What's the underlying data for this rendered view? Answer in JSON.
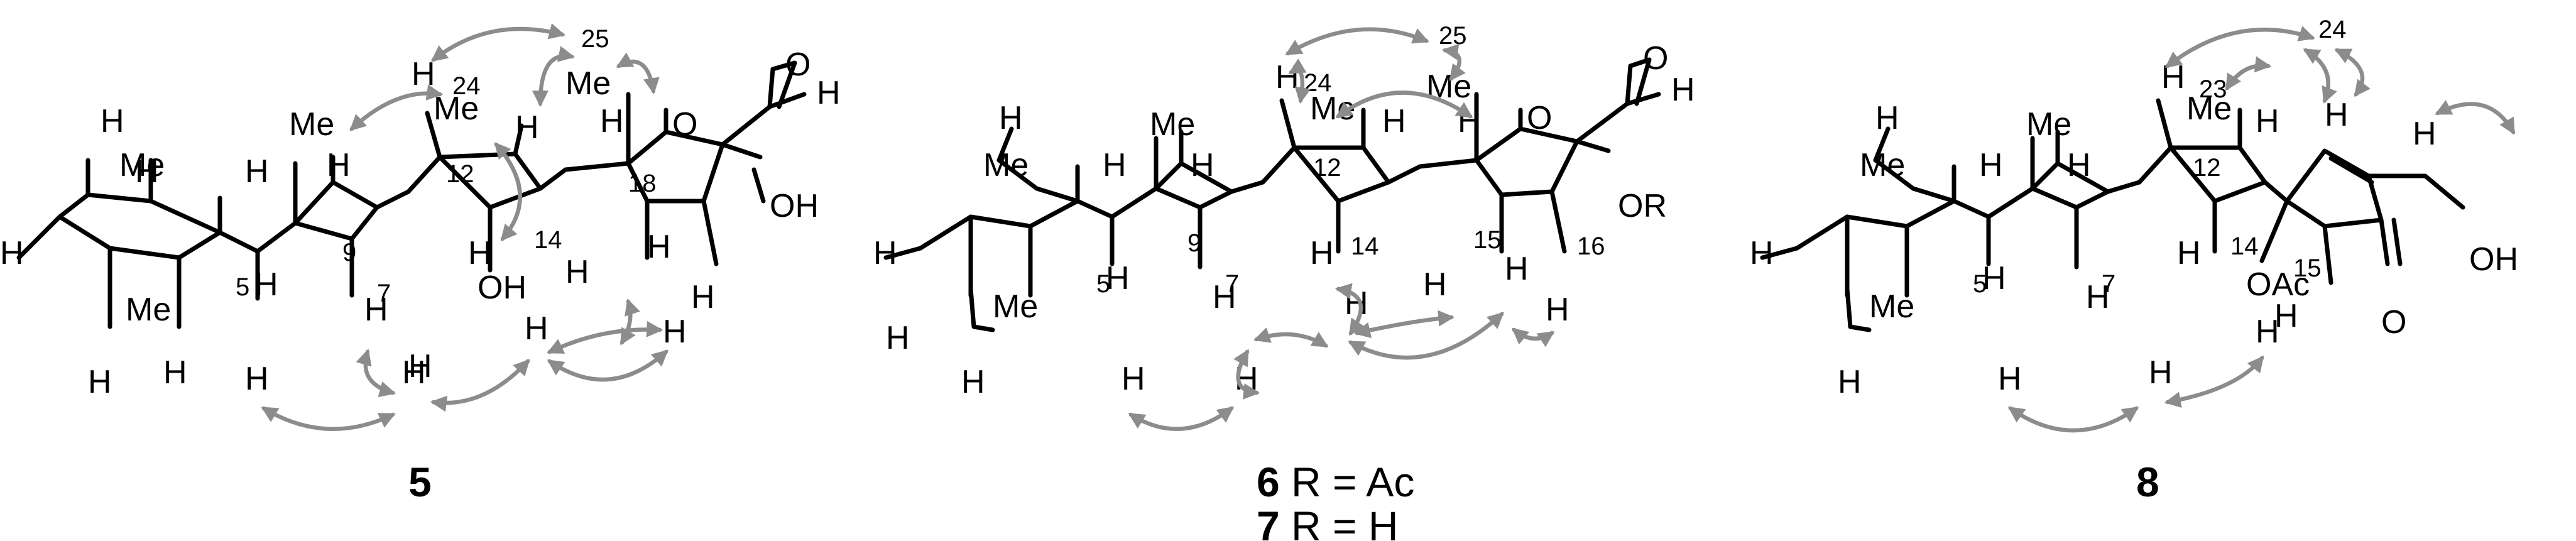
{
  "compounds": [
    {
      "id": "5",
      "label_bold": "5",
      "label_rest": "",
      "atoms": {
        "o_carbonyl": "O",
        "o_ring": "O",
        "h_alkene": "H",
        "oh_16": "OH",
        "oh_14": "OH",
        "h_left": "H",
        "me_a": "Me",
        "me_b": "Me",
        "me_c": "Me",
        "me_24": "Me",
        "me_25": "Me"
      },
      "numbers": {
        "n5": "5",
        "n7": "7",
        "n9": "9",
        "n12": "12",
        "n14": "14",
        "n18": "18",
        "n24": "24",
        "n25": "25"
      }
    },
    {
      "id": "6",
      "label_bold": "6",
      "label_rest": " R = Ac",
      "atoms": {
        "o_carbonyl": "O",
        "o_ring": "O",
        "h_alkene": "H",
        "or_16": "OR",
        "h_left": "H",
        "me_a": "Me",
        "me_b": "Me",
        "me_c": "Me",
        "me_24": "Me",
        "me_25": "Me"
      },
      "numbers": {
        "n5": "5",
        "n7": "7",
        "n9": "9",
        "n12": "12",
        "n14": "14",
        "n15": "15",
        "n16": "16",
        "n24": "24",
        "n25": "25"
      }
    },
    {
      "id": "7",
      "label_bold": "7",
      "label_rest": " R = H"
    },
    {
      "id": "8",
      "label_bold": "8",
      "label_rest": "",
      "atoms": {
        "o_ketone": "O",
        "oh": "OH",
        "oac": "OAc",
        "h_left": "H",
        "me_a": "Me",
        "me_b": "Me",
        "me_c": "Me",
        "me_24": "Me"
      },
      "numbers": {
        "n5": "5",
        "n7": "7",
        "n12": "12",
        "n14": "14",
        "n15": "15",
        "n23": "23",
        "n24": "24"
      }
    }
  ],
  "hydrogen_label": "H",
  "colors": {
    "bond": "#000000",
    "noe_arrow": "#8c8c8c"
  }
}
